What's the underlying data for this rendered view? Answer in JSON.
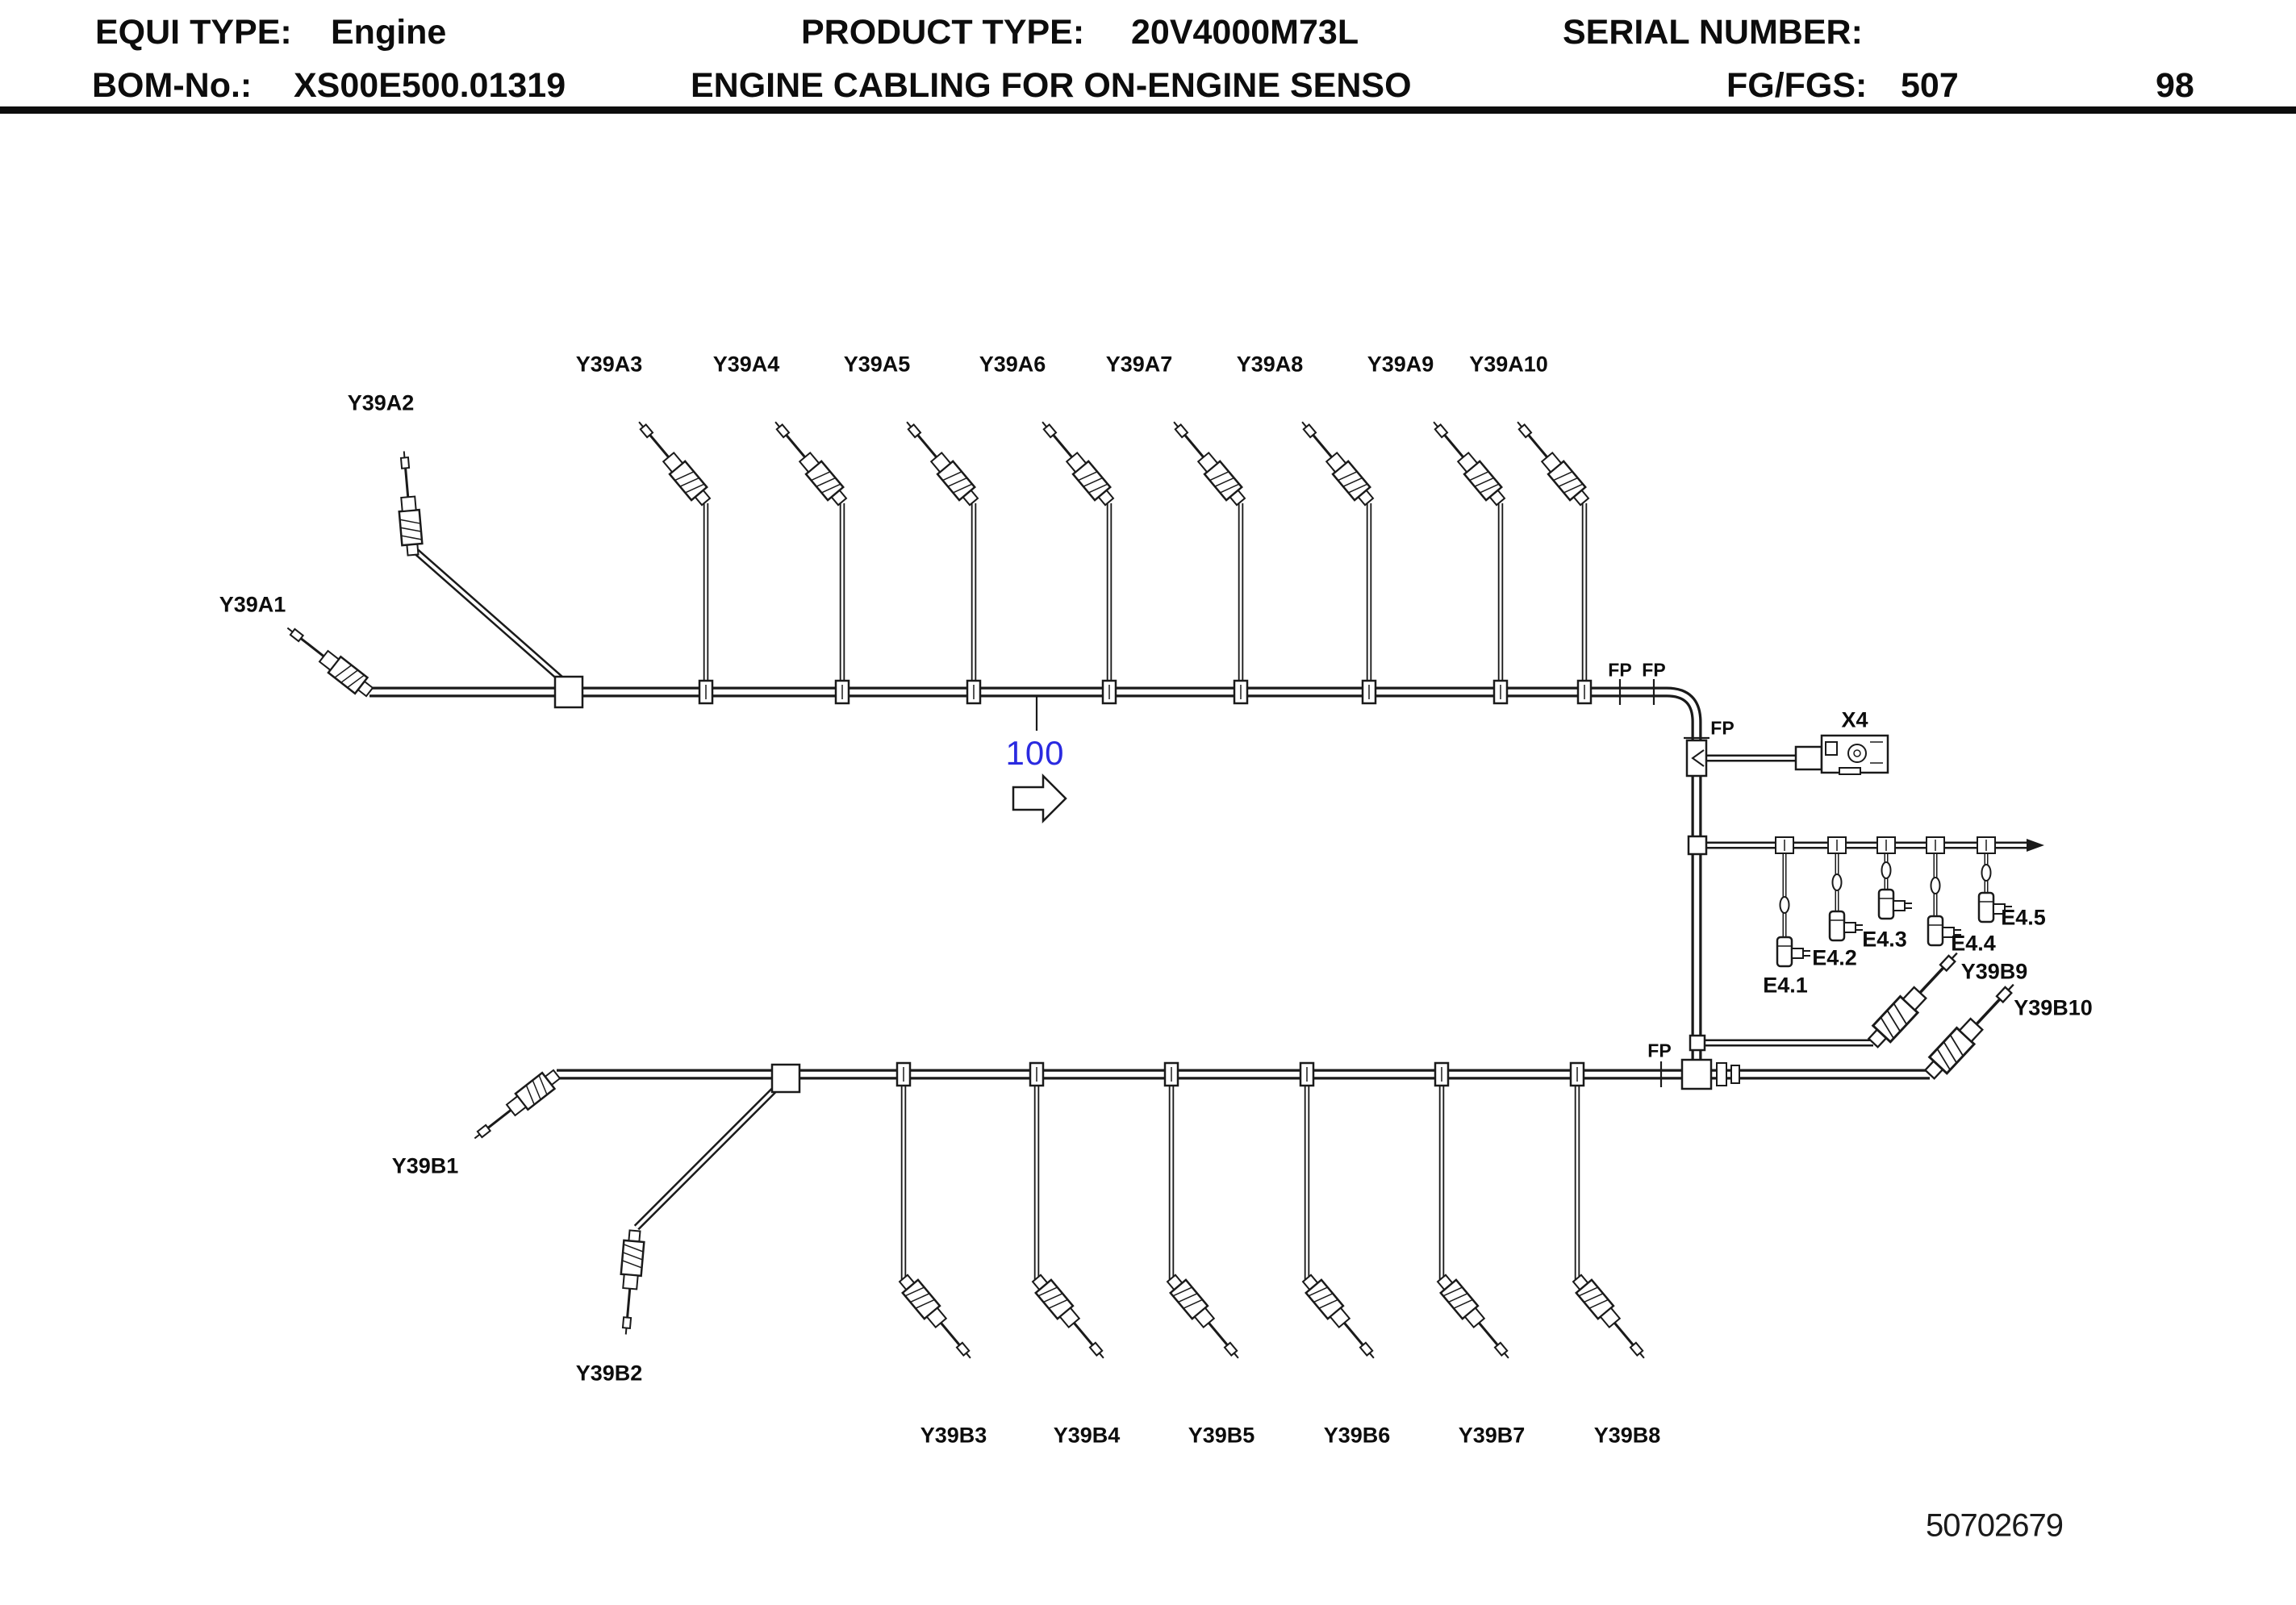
{
  "header": {
    "equi_type_label": "EQUI TYPE:",
    "equi_type_value": "Engine",
    "product_type_label": "PRODUCT TYPE:",
    "product_type_value": "20V4000M73L",
    "serial_number_label": "SERIAL NUMBER:",
    "bom_label": "BOM-No.:",
    "bom_value": "XS00E500.01319",
    "drawing_title": "ENGINE CABLING FOR ON-ENGINE SENSO",
    "fg_fgs_label": "FG/FGS:",
    "fg_fgs_value": "507",
    "page_number": "98"
  },
  "diagram": {
    "harness_ref": "100",
    "drawing_number": "50702679",
    "fp_label": "FP",
    "x4_label": "X4",
    "top_connectors": [
      "Y39A1",
      "Y39A2",
      "Y39A3",
      "Y39A4",
      "Y39A5",
      "Y39A6",
      "Y39A7",
      "Y39A8",
      "Y39A9",
      "Y39A10"
    ],
    "bottom_connectors": [
      "Y39B1",
      "Y39B2",
      "Y39B3",
      "Y39B4",
      "Y39B5",
      "Y39B6",
      "Y39B7",
      "Y39B8",
      "Y39B9",
      "Y39B10"
    ],
    "e4_connectors": [
      "E4.1",
      "E4.2",
      "E4.3",
      "E4.4",
      "E4.5"
    ]
  }
}
